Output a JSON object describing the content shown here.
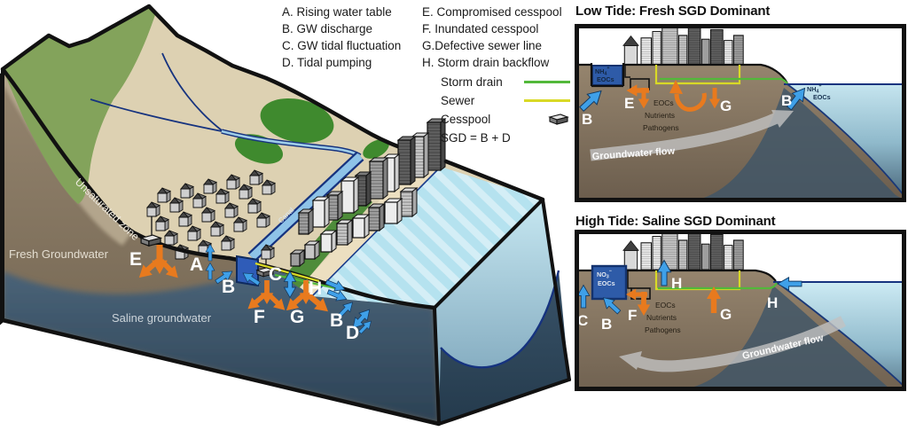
{
  "colors": {
    "storm_drain_green": "#52b83a",
    "sewer_yellow": "#d9d926",
    "arrow_orange": "#e87a1e",
    "arrow_blue": "#3fa0e8",
    "canal_blue": "#2e5ba8",
    "fresh_groundwater_brown": "#8a7a66",
    "saline_groundwater": "#3d5163",
    "sea_light": "#b5e2ef"
  },
  "legend": {
    "processes_col1": [
      "A. Rising water table",
      "B. GW discharge",
      "C. GW tidal fluctuation",
      "D. Tidal pumping"
    ],
    "processes_col2": [
      "E. Compromised cesspool",
      "F. Inundated cesspool",
      "G.Defective sewer line",
      "H. Storm drain backflow"
    ],
    "storm_drain_label": "Storm drain",
    "sewer_label": "Sewer",
    "cesspool_label": "Cesspool",
    "sgd_label": "SGD = B + D"
  },
  "main": {
    "unsaturated_zone": "Unsaturated zone",
    "fresh_groundwater": "Fresh Groundwater",
    "saline_groundwater": "Saline groundwater",
    "canal": "Canal",
    "letters": {
      "a": "A",
      "b_canal_left": "B",
      "b_canal_right": "",
      "c": "C",
      "d": "D",
      "e": "E",
      "f": "F",
      "g": "G",
      "h": "H",
      "b_shore": "B"
    }
  },
  "low_tide": {
    "title": "Low Tide: Fresh SGD Dominant",
    "canal_chem": {
      "base": "NH",
      "sub": "4",
      "sup": "+",
      "line2": "EOCs"
    },
    "sea_chem": {
      "base": "NH",
      "sub": "4",
      "sup": "+",
      "line2": "EOCs"
    },
    "letters": {
      "b_left": "B",
      "e": "E",
      "g": "G",
      "b_right": "B"
    },
    "plume": [
      "EOCs",
      "Nutrients",
      "Pathogens"
    ],
    "flow_label": "Groundwater flow"
  },
  "high_tide": {
    "title": "High Tide: Saline SGD Dominant",
    "canal_chem": {
      "base": "NO",
      "sub": "3",
      "sup": "−",
      "line2": "EOCs"
    },
    "letters": {
      "c": "C",
      "b": "B",
      "f": "F",
      "h_city": "H",
      "g": "G",
      "h_sea": "H"
    },
    "plume": [
      "EOCs",
      "Nutrients",
      "Pathogens"
    ],
    "flow_label": "Groundwater flow"
  }
}
